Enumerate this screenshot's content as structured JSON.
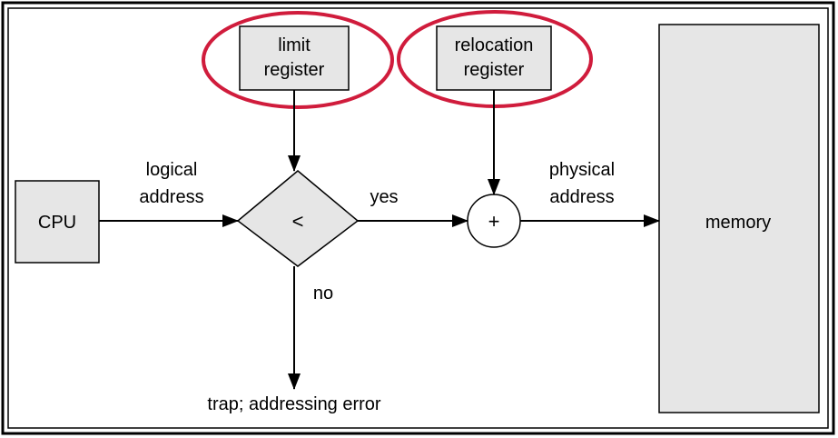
{
  "colors": {
    "box_fill": "#e6e6e6",
    "highlight_ring": "#d01c3c",
    "line": "#000000",
    "background": "#ffffff"
  },
  "boxes": {
    "cpu": "CPU",
    "limit_register": [
      "limit",
      "register"
    ],
    "relocation_register": [
      "relocation",
      "register"
    ],
    "memory": "memory"
  },
  "comparator": {
    "symbol": "<"
  },
  "adder": {
    "symbol": "+"
  },
  "edge_labels": {
    "logical_address": [
      "logical",
      "address"
    ],
    "physical_address": [
      "physical",
      "address"
    ],
    "yes": "yes",
    "no": "no",
    "trap": "trap; addressing error"
  }
}
